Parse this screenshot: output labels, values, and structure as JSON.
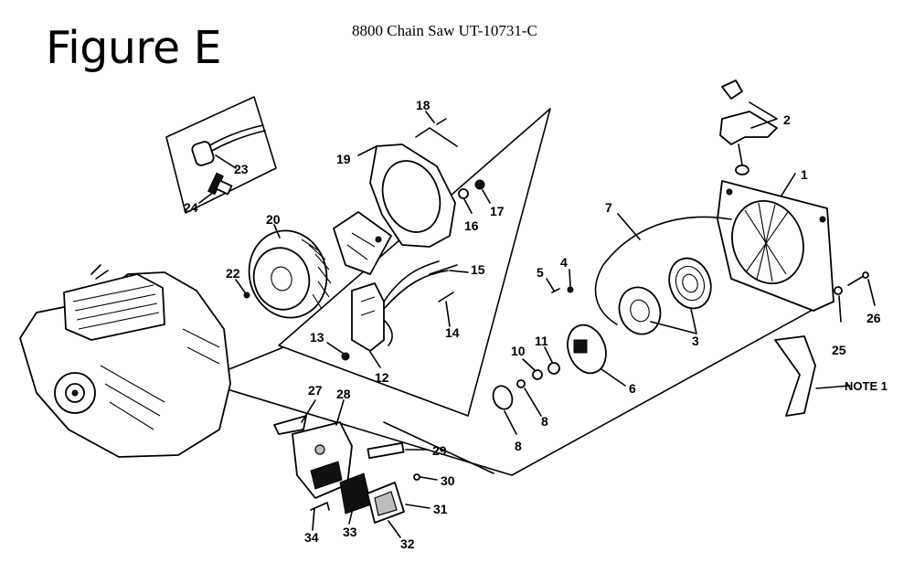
{
  "figure_title": "Figure E",
  "document_title": "8800 Chain Saw UT-10731-C",
  "callouts": [
    "1",
    "2",
    "3",
    "4",
    "5",
    "6",
    "7",
    "8",
    "8",
    "10",
    "11",
    "12",
    "13",
    "14",
    "15",
    "16",
    "17",
    "18",
    "19",
    "20",
    "22",
    "23",
    "24",
    "25",
    "26",
    "27",
    "28",
    "29",
    "30",
    "31",
    "32",
    "33",
    "34",
    "NOTE 1"
  ],
  "colors": {
    "ink": "#000000",
    "background": "#ffffff"
  }
}
